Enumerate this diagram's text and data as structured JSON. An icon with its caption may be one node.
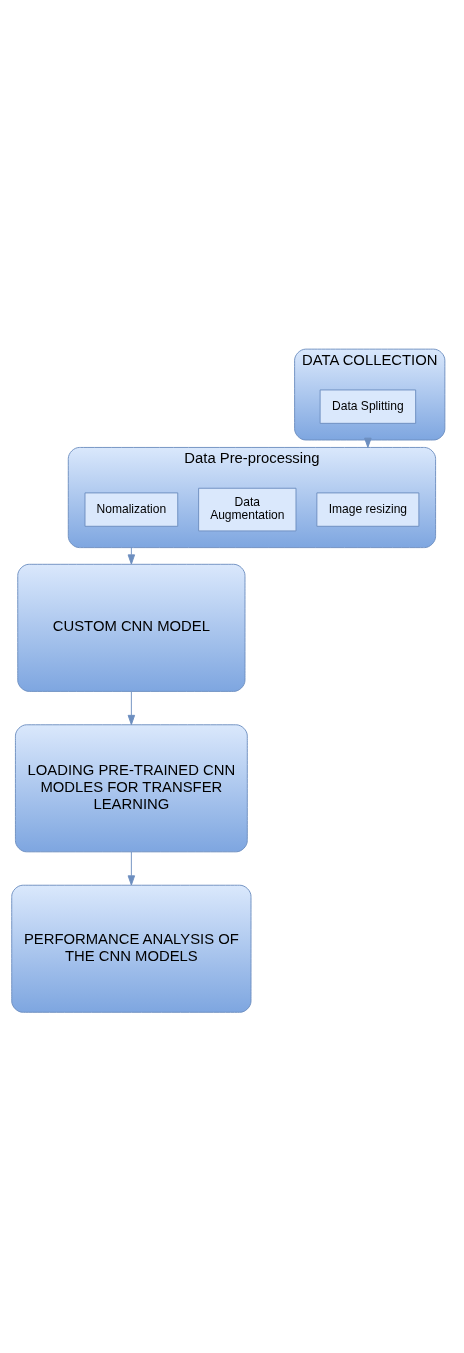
{
  "diagram": {
    "nodes": [
      {
        "text": [
          "DATA COLLECTION"
        ]
      },
      {
        "text": [
          "Data Splitting"
        ],
        "in": 0
      },
      {
        "text": [
          "Data Pre-processing"
        ]
      },
      {
        "text": [
          "Image resizing"
        ],
        "in": 2
      },
      {
        "text": [
          "Data Augmentation"
        ],
        "in": 2
      },
      {
        "text": [
          "Nomalization"
        ],
        "in": 2
      },
      {
        "text": [
          "CUSTOM CNN MODEL"
        ]
      },
      {
        "text": [
          "LOADING PRE-TRAINED CNN MODLES FOR TRANSFER LEARNING"
        ]
      },
      {
        "text": [
          "PERFORMANCE ANALYSIS OF THE CNN MODELS"
        ]
      }
    ],
    "edges": [
      {
        "from": 0,
        "to": 2,
        "arrow": "to"
      },
      {
        "from": 2,
        "to": 6,
        "arrow": "to"
      },
      {
        "from": 6,
        "to": 7,
        "arrow": "to"
      },
      {
        "from": 7,
        "to": 8,
        "arrow": "to"
      }
    ]
  }
}
